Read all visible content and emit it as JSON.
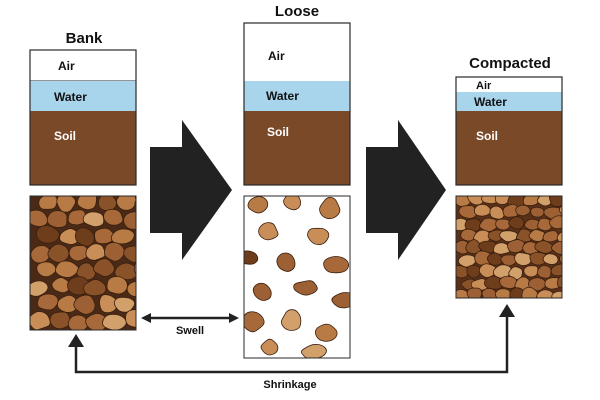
{
  "states": {
    "bank": {
      "title": "Bank",
      "layers": {
        "air": "Air",
        "water": "Water",
        "soil": "Soil"
      }
    },
    "loose": {
      "title": "Loose",
      "layers": {
        "air": "Air",
        "water": "Water",
        "soil": "Soil"
      }
    },
    "compacted": {
      "title": "Compacted",
      "layers": {
        "air": "Air",
        "water": "Water",
        "soil": "Soil"
      }
    }
  },
  "annotations": {
    "swell": "Swell",
    "shrinkage": "Shrinkage"
  },
  "colors": {
    "air": "#ffffff",
    "water": "#a8d4ec",
    "soil": "#7a4a28",
    "arrow": "#222222",
    "outline": "#2a2a2a"
  }
}
